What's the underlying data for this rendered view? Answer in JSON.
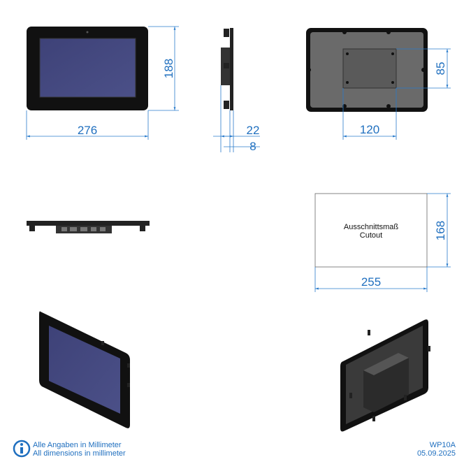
{
  "dimensions": {
    "front_height": "188",
    "front_width": "276",
    "side_depth_total": "22",
    "side_depth_frame": "8",
    "back_mount_height": "85",
    "back_mount_width": "120",
    "cutout_height": "168",
    "cutout_width": "255"
  },
  "cutout": {
    "label_de": "Ausschnittsmaß",
    "label_en": "Cutout"
  },
  "footer": {
    "info_de": "Alle Angaben in Millimeter",
    "info_en": "All dimensions in millimeter",
    "model": "WP10A",
    "date": "05.09.2025"
  },
  "colors": {
    "dimension": "#1f6fbf",
    "frame": "#111111",
    "screen": "#454a80"
  }
}
